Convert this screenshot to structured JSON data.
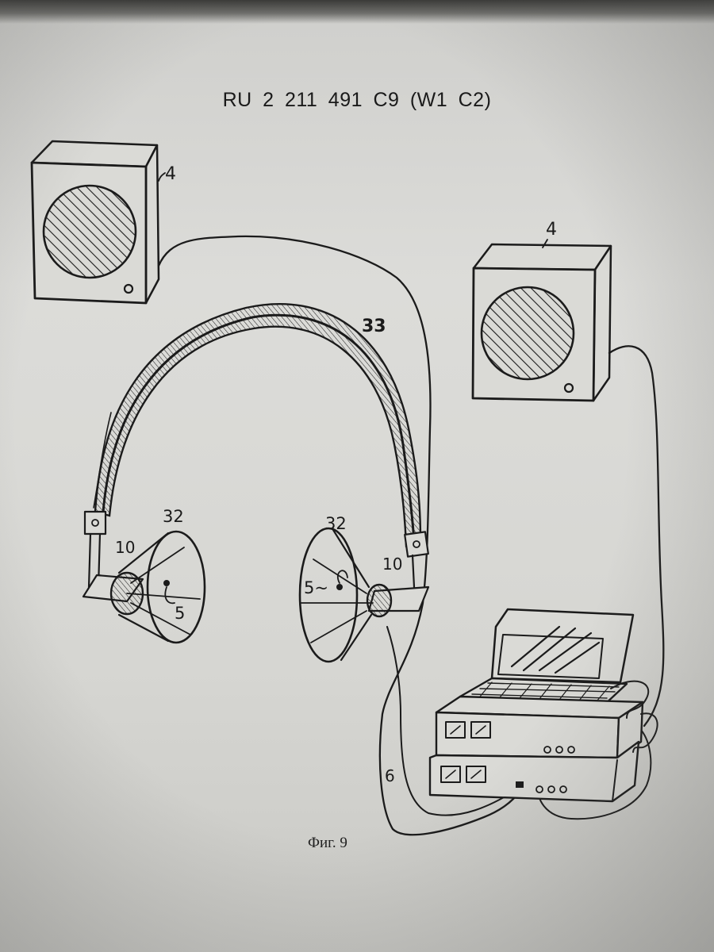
{
  "header": {
    "patent_number": "RU   2 211 491   C9   (W1 C2)"
  },
  "figure": {
    "caption": "Фиг. 9",
    "labels": {
      "speaker_left": "4",
      "speaker_right": "4",
      "headband": "33",
      "cup_left": "32",
      "cup_right": "32",
      "driver_left": "10",
      "driver_right": "10",
      "mic_left": "5",
      "mic_right": "5~",
      "cable": "6"
    }
  }
}
